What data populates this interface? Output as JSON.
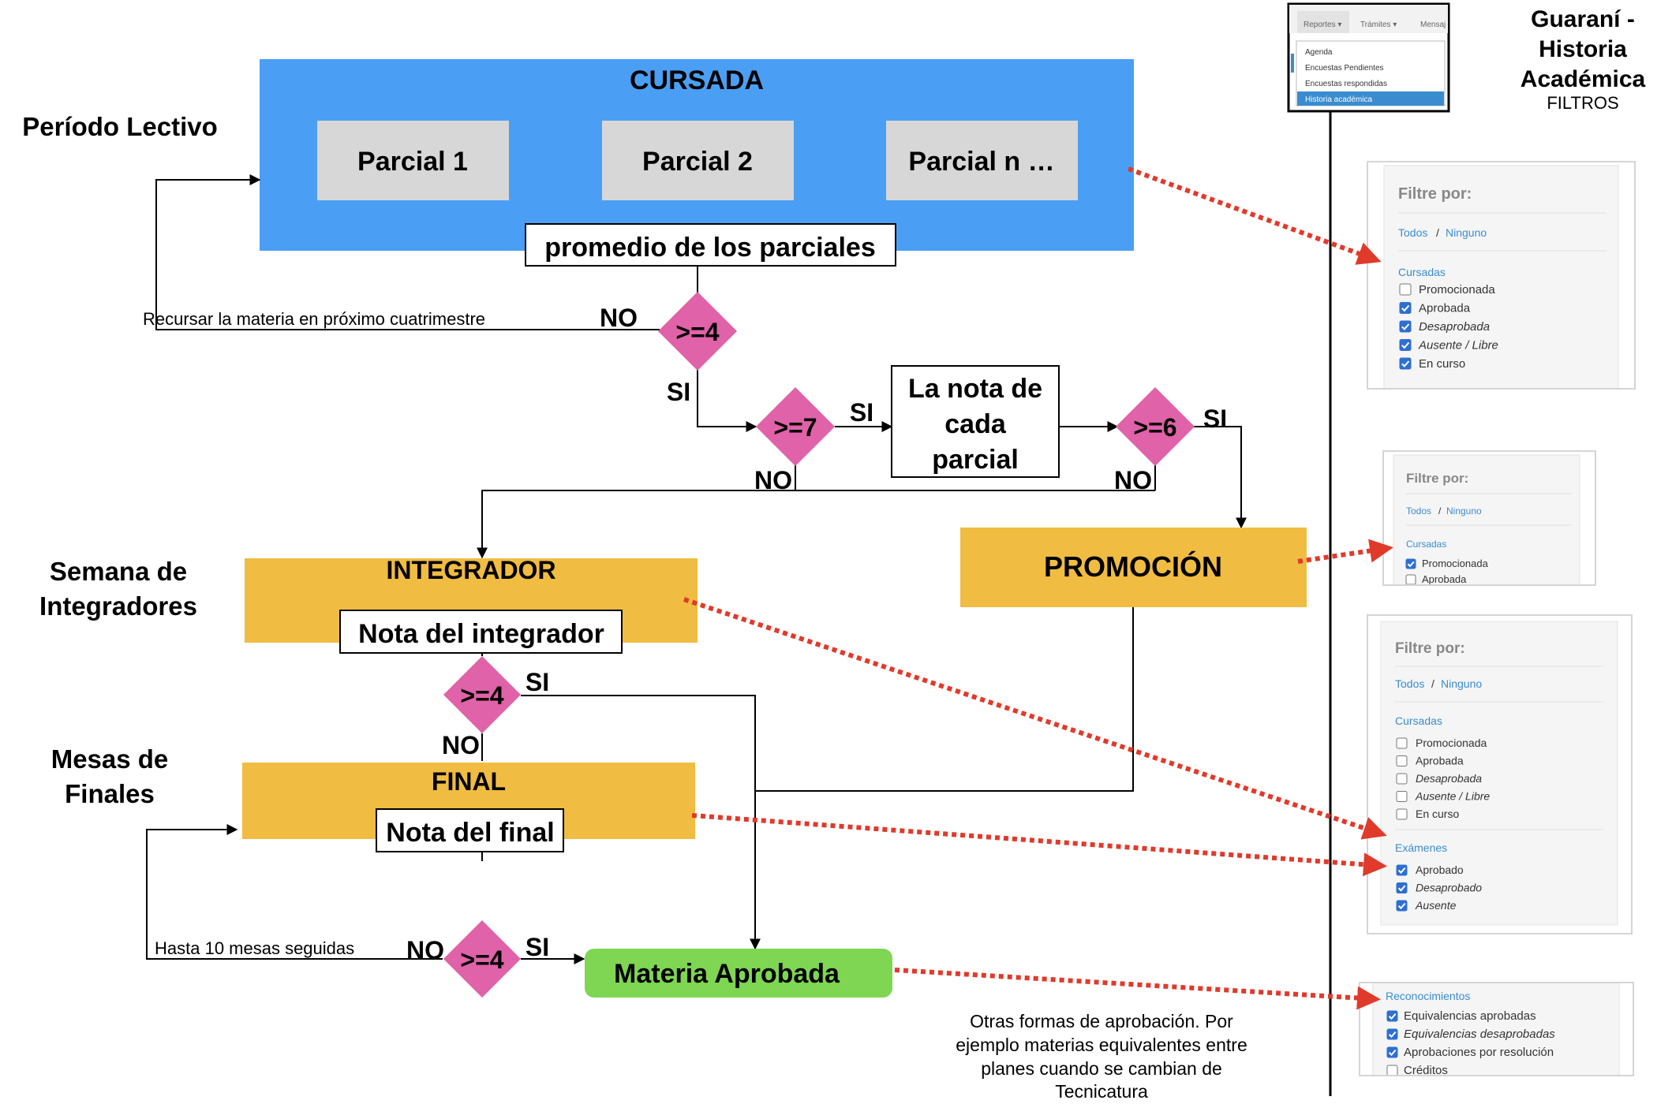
{
  "side_labels": {
    "periodo": "Período Lectivo",
    "semana_line1": "Semana de",
    "semana_line2": "Integradores",
    "mesas_line1": "Mesas de",
    "mesas_line2": "Finales"
  },
  "cursada": {
    "title": "CURSADA",
    "parcial_1": "Parcial 1",
    "parcial_2": "Parcial 2",
    "parcial_n": "Parcial n …",
    "promedio": "promedio de los parciales"
  },
  "decisions": {
    "ge4": ">=4",
    "ge7": ">=7",
    "ge6": ">=6"
  },
  "branch": {
    "yes": "SI",
    "no": "NO"
  },
  "nota_cada_parcial": {
    "line1": "La nota de",
    "line2": "cada",
    "line3": "parcial"
  },
  "recursar": "Recursar la materia en próximo cuatrimestre",
  "integrador": {
    "title": "INTEGRADOR",
    "nota": "Nota del integrador"
  },
  "promocion": "PROMOCIÓN",
  "final": {
    "title": "FINAL",
    "nota": "Nota del final"
  },
  "hasta": "Hasta 10 mesas seguidas",
  "materia_aprobada": "Materia Aprobada",
  "otras_formas": {
    "line1": "Otras formas de aprobación. Por",
    "line2": "ejemplo materias equivalentes entre",
    "line3": "planes cuando se cambian de",
    "line4": "Tecnicatura"
  },
  "guarani": {
    "line1": "Guaraní -",
    "line2": "Historia",
    "line3": "Académica",
    "line4": "FILTROS"
  },
  "menu_screenshot": {
    "tabs": [
      "Reportes ▾",
      "Trámites ▾",
      "Mensaj"
    ],
    "items": [
      "Agenda",
      "Encuestas Pendientes",
      "Encuestas respondidas",
      "Historia académica"
    ],
    "selected": "Historia académica"
  },
  "filter_panel_1": {
    "title": "Filtre por:",
    "todos": "Todos",
    "sep": "/",
    "ninguno": "Ninguno",
    "section": "Cursadas",
    "items": [
      {
        "label": "Promocionada",
        "checked": false,
        "italic": false
      },
      {
        "label": "Aprobada",
        "checked": true,
        "italic": false
      },
      {
        "label": "Desaprobada",
        "checked": true,
        "italic": true
      },
      {
        "label": "Ausente / Libre",
        "checked": true,
        "italic": true
      },
      {
        "label": "En curso",
        "checked": true,
        "italic": false
      }
    ]
  },
  "filter_panel_2": {
    "title": "Filtre por:",
    "todos": "Todos",
    "sep": "/",
    "ninguno": "Ninguno",
    "section": "Cursadas",
    "items": [
      {
        "label": "Promocionada",
        "checked": true,
        "italic": false
      },
      {
        "label": "Aprobada",
        "checked": false,
        "italic": false
      }
    ]
  },
  "filter_panel_3": {
    "title": "Filtre por:",
    "todos": "Todos",
    "sep": "/",
    "ninguno": "Ninguno",
    "section": "Cursadas",
    "items": [
      {
        "label": "Promocionada",
        "checked": false,
        "italic": false
      },
      {
        "label": "Aprobada",
        "checked": false,
        "italic": false
      },
      {
        "label": "Desaprobada",
        "checked": false,
        "italic": true
      },
      {
        "label": "Ausente / Libre",
        "checked": false,
        "italic": true
      },
      {
        "label": "En curso",
        "checked": false,
        "italic": false
      }
    ],
    "section2": "Exámenes",
    "items2": [
      {
        "label": "Aprobado",
        "checked": true,
        "italic": false
      },
      {
        "label": "Desaprobado",
        "checked": true,
        "italic": true
      },
      {
        "label": "Ausente",
        "checked": true,
        "italic": true
      }
    ]
  },
  "filter_panel_4": {
    "section": "Reconocimientos",
    "items": [
      {
        "label": "Equivalencias aprobadas",
        "checked": true,
        "italic": false
      },
      {
        "label": "Equivalencias desaprobadas",
        "checked": true,
        "italic": true
      },
      {
        "label": "Aprobaciones por resolución",
        "checked": true,
        "italic": false
      },
      {
        "label": "Créditos",
        "checked": false,
        "italic": false
      }
    ]
  },
  "colors": {
    "cursada_blue": "#4A9FF5",
    "parcial_gray": "#D7D7D7",
    "decision_pink": "#E062A8",
    "orange": "#F0BC41",
    "green": "#7ED653",
    "arrow_red": "#E03A2B",
    "link_blue": "#3A8CD0"
  }
}
